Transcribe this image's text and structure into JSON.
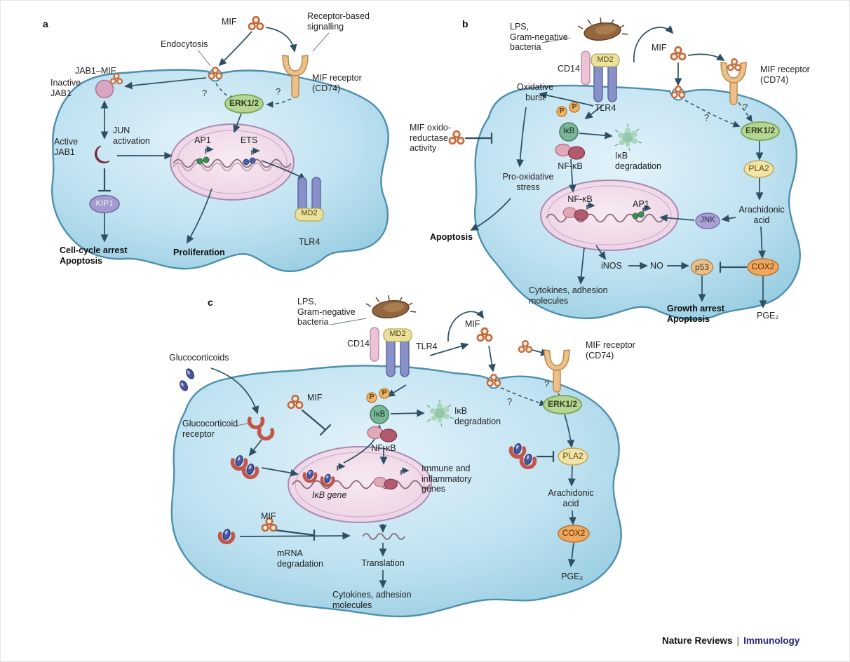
{
  "palette": {
    "cell_fill": "#bfe2f1",
    "cell_stroke": "#4e8fae",
    "nucleus_fill": "#eed5e6",
    "arrow": "#2e4f63",
    "brand_blue": "#26247b"
  },
  "footer": {
    "journal": "Nature Reviews",
    "separator": "|",
    "section": "Immunology"
  },
  "a": {
    "panel_label": "a",
    "mif": "MIF",
    "endocytosis": "Endocytosis",
    "receptor_based": "Receptor-based\nsignalling",
    "mif_receptor": "MIF receptor\n(CD74)",
    "jab1_mif": "JAB1–MIF",
    "inactive_jab1": "Inactive\nJAB1",
    "active_jab1": "Active\nJAB1",
    "jun_activation": "JUN\nactivation",
    "erk": "ERK1/2",
    "q1": "?",
    "q2": "?",
    "ap1": "AP1",
    "ets": "ETS",
    "kip1": "KIP1",
    "md2": "MD2",
    "tlr4": "TLR4",
    "cell_cycle_arrest": "Cell-cycle arrest\nApoptosis",
    "proliferation": "Proliferation"
  },
  "b": {
    "panel_label": "b",
    "lps": "LPS,\nGram-negative\nbacteria",
    "cd14": "CD14",
    "md2": "MD2",
    "tlr4": "TLR4",
    "mif": "MIF",
    "mif_receptor": "MIF receptor\n(CD74)",
    "oxidative_burst": "Oxidative\nburst",
    "mif_oxido": "MIF oxido-\nreductase\nactivity",
    "p": "P",
    "ikb": "IκB",
    "nfkb": "NF-κB",
    "ikb_degradation": "IκB\ndegradation",
    "pro_oxidative": "Pro-oxidative\nstress",
    "apoptosis": "Apoptosis",
    "nfkb_nuclear": "NF-κB",
    "ap1": "AP1",
    "jnk": "JNK",
    "erk": "ERK1/2",
    "q1": "?",
    "q2": "?",
    "pla2": "PLA2",
    "arachidonic": "Arachidonic\nacid",
    "cox2": "COX2",
    "inos": "iNOS",
    "no": "NO",
    "p53": "p53",
    "cytokines": "Cytokines, adhesion\nmolecules",
    "growth_arrest": "Growth arrest\nApoptosis",
    "pge2": "PGE₂"
  },
  "c": {
    "panel_label": "c",
    "lps": "LPS,\nGram-negative\nbacteria",
    "cd14": "CD14",
    "md2": "MD2",
    "tlr4": "TLR4",
    "mif": "MIF",
    "mif_receptor": "MIF receptor\n(CD74)",
    "glucocorticoids": "Glucocorticoids",
    "glucocorticoid_receptor": "Glucocorticoid\nreceptor",
    "mif_mid": "MIF",
    "p": "P",
    "ikb": "IκB",
    "ikb_degradation": "IκB\ndegradation",
    "nfkb": "NF-κB",
    "ikb_gene": "IκB gene",
    "immune_genes": "Immune and\ninflammatory\ngenes",
    "erk": "ERK1/2",
    "q1": "?",
    "q2": "?",
    "pla2": "PLA2",
    "arachidonic": "Arachidonic\nacid",
    "cox2": "COX2",
    "pge2": "PGE₂",
    "mif_bottom": "MIF",
    "mrna_degradation": "mRNA\ndegradation",
    "translation": "Translation",
    "cytokines": "Cytokines, adhesion\nmolecules"
  }
}
